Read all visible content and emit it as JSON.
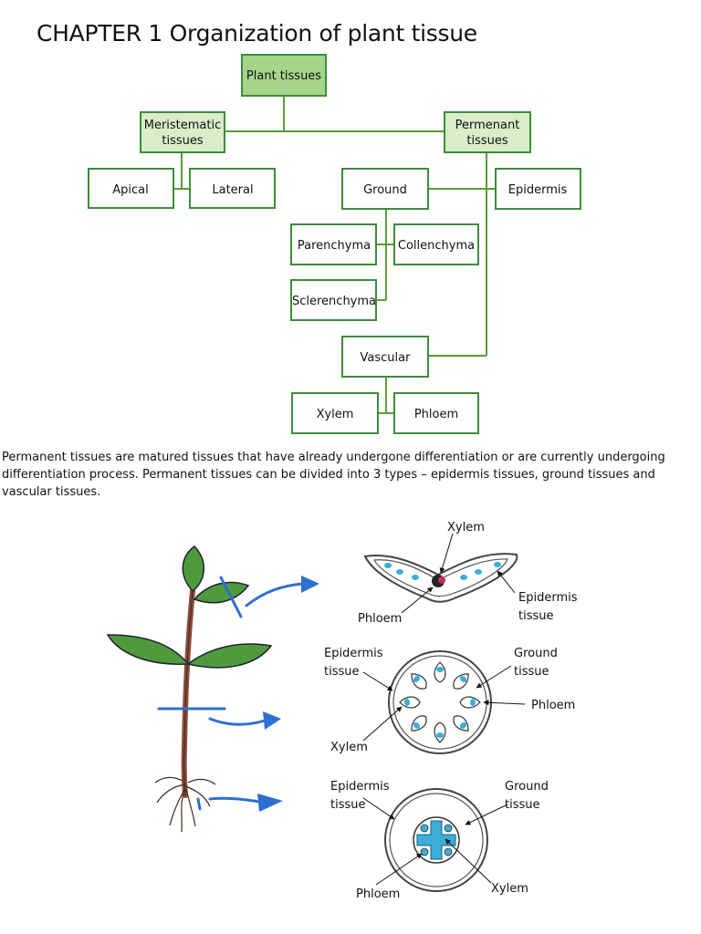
{
  "title": "CHAPTER 1 Organization of plant tissue",
  "tree": {
    "plant_tissues": "Plant tissues",
    "meristematic": [
      "Meristematic",
      "tissues"
    ],
    "permanent": [
      "Permenant",
      "tissues"
    ],
    "apical": "Apical",
    "lateral": "Lateral",
    "ground": "Ground",
    "epidermis": "Epidermis",
    "parenchyma": "Parenchyma",
    "collenchyma": "Collenchyma",
    "sclerenchyma": "Sclerenchyma",
    "vascular": "Vascular",
    "xylem": "Xylem",
    "phloem": "Phloem"
  },
  "paragraph": "Permanent tissues are matured tissues that have already undergone differentiation or are currently undergoing differentiation process. Permanent tissues can be divided into 3 types – epidermis tissues, ground tissues and vascular tissues.",
  "illustration": {
    "leaf": {
      "xylem": "Xylem",
      "phloem": "Phloem",
      "epidermis": [
        "Epidermis",
        "tissue"
      ]
    },
    "stem": {
      "epidermis": [
        "Epidermis",
        "tissue"
      ],
      "ground": [
        "Ground",
        "tissue"
      ],
      "phloem": "Phloem",
      "xylem": "Xylem"
    },
    "root": {
      "epidermis": [
        "Epidermis",
        "tissue"
      ],
      "ground": [
        "Ground",
        "tissue"
      ],
      "phloem": "Phloem",
      "xylem": "Xylem"
    }
  },
  "colors": {
    "box_border": "#3d8c3d",
    "box_fill_highlight": "#d9edc8",
    "box_fill_root": "#a5d58a",
    "line": "#5b9b3a",
    "leaf_green": "#4f9a3c",
    "stem_brown": "#8b4a3c",
    "vascular_blue": "#3aaed8",
    "arrow_blue": "#2e6fd1"
  }
}
